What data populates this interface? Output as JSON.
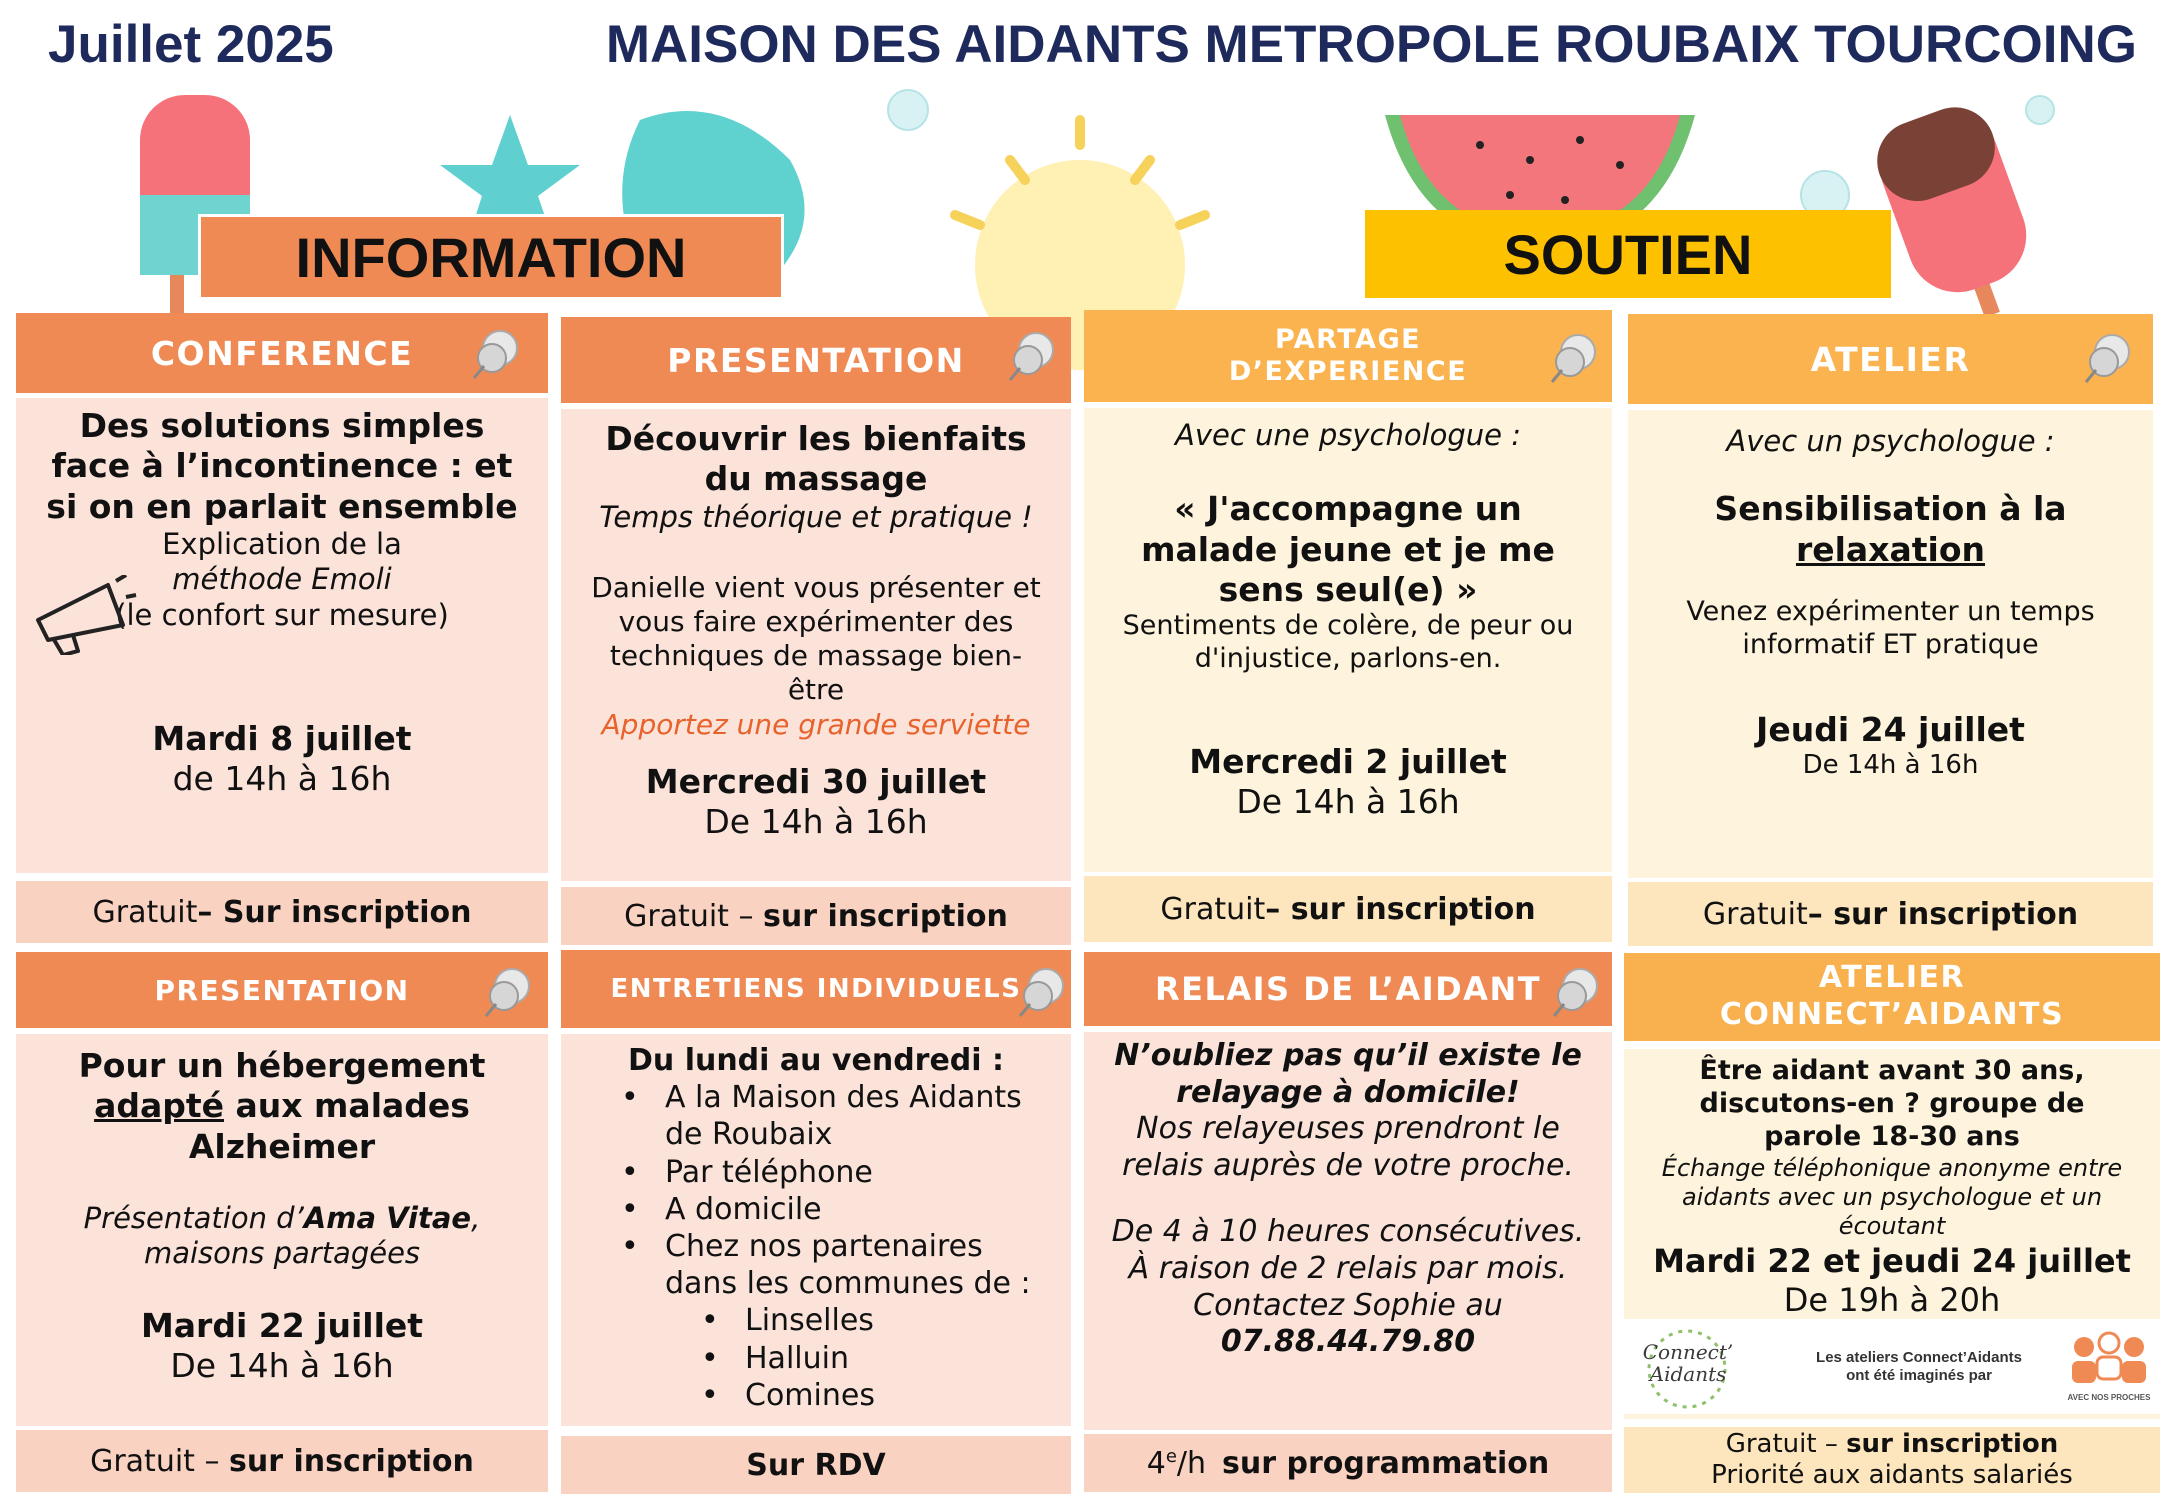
{
  "header": {
    "month": "Juillet 2025",
    "organization": "MAISON DES AIDANTS METROPOLE ROUBAIX TOURCOING"
  },
  "sections": {
    "information": "INFORMATION",
    "soutien": "SOUTIEN"
  },
  "colors": {
    "navy": "#1f2a5c",
    "orange_header": "#f08a55",
    "orange_body": "#fbe3da",
    "yellow_header": "#fbb34f",
    "yellow_body": "#fef3dc",
    "soutien_banner": "#fdc100",
    "note_orange": "#e8622c"
  },
  "cards": {
    "conference": {
      "header": "CONFERENCE",
      "title_l1": "Des solutions simples",
      "title_l2": "face à l’incontinence : et",
      "title_l3": "si on en parlait ensemble",
      "desc_l1": "Explication de la",
      "desc_l2": "méthode Emoli",
      "desc_l3": "(le confort sur mesure)",
      "date": "Mardi 8 juillet",
      "time": "de 14h à 16h",
      "footer_free": "Gratuit",
      "footer_bold": " – Sur inscription",
      "icon": "megaphone-icon"
    },
    "presentation_massage": {
      "header": "PRESENTATION",
      "title_l1": "Découvrir les bienfaits",
      "title_l2": "du massage",
      "subtitle": "Temps théorique et pratique !",
      "desc_l1": "Danielle vient vous présenter et",
      "desc_l2": "vous faire expérimenter des",
      "desc_l3": "techniques de massage bien-",
      "desc_l4": "être",
      "note": "Apportez une grande serviette",
      "date": "Mercredi 30 juillet",
      "time": "De 14h à 16h",
      "footer_free": "Gratuit – ",
      "footer_bold": "sur inscription"
    },
    "partage": {
      "header_l1": "PARTAGE",
      "header_l2": "D’EXPERIENCE",
      "intro": "Avec une psychologue :",
      "title_l1": "« J'accompagne un",
      "title_l2": "malade jeune et je me",
      "title_l3": "sens seul(e) »",
      "desc_l1": "Sentiments de colère, de peur ou",
      "desc_l2": "d'injustice, parlons-en.",
      "date": "Mercredi 2 juillet",
      "time": "De 14h à 16h",
      "footer_free": "Gratuit",
      "footer_bold": " – sur inscription"
    },
    "atelier": {
      "header": "ATELIER",
      "intro": "Avec un psychologue :",
      "title_l1": "Sensibilisation à la",
      "title_l2": "relaxation",
      "desc_l1": "Venez expérimenter un temps",
      "desc_l2": "informatif ET pratique",
      "date": "Jeudi 24 juillet",
      "time": "De 14h à 16h",
      "footer_free": "Gratuit",
      "footer_bold": " – sur inscription"
    },
    "presentation_hebergement": {
      "header": "PRESENTATION",
      "title_l1": "Pour un hébergement",
      "title_l2a": "adapté",
      "title_l2b": " aux malades",
      "title_l3": "Alzheimer",
      "desc_l1a": "Présentation d’",
      "desc_l1b": "Ama Vitae",
      "desc_l1c": ",",
      "desc_l2": "maisons partagées",
      "date": "Mardi 22 juillet",
      "time": "De 14h à 16h",
      "footer_free": "Gratuit – ",
      "footer_bold": "sur inscription"
    },
    "entretiens": {
      "header": "ENTRETIENS INDIVIDUELS",
      "title": "Du lundi au vendredi :",
      "items": [
        "A la Maison des Aidants",
        "de Roubaix",
        "Par téléphone",
        "A domicile",
        "Chez nos partenaires",
        "dans les communes de :"
      ],
      "sub_items": [
        "Linselles",
        "Halluin",
        "Comines"
      ],
      "footer": "Sur RDV"
    },
    "relais": {
      "header": "RELAIS DE L’AIDANT",
      "title_l1": "N’oubliez pas qu’il existe le",
      "title_l2": "relayage à domicile!",
      "desc_l1": "Nos relayeuses prendront le",
      "desc_l2": "relais auprès de votre proche.",
      "desc_l3": "De 4 à 10 heures consécutives.",
      "desc_l4": "À raison de 2 relais par mois.",
      "desc_l5": "Contactez Sophie au",
      "phone": "07.88.44.79.80",
      "footer_price": "4",
      "footer_sup": "e",
      "footer_unit": "/h",
      "footer_bold": "sur programmation"
    },
    "connect": {
      "header_l1": "ATELIER",
      "header_l2": "CONNECT’AIDANTS",
      "title_l1": "Être aidant avant 30 ans,",
      "title_l2": "discutons-en ? groupe de",
      "title_l3": "parole 18-30 ans",
      "desc_l1": "Échange téléphonique anonyme entre",
      "desc_l2": "aidants avec un psychologue et un",
      "desc_l3": "écoutant",
      "date": "Mardi 22 et jeudi 24 juillet",
      "time": "De 19h à 20h",
      "logo_text_l1": "Connect’",
      "logo_text_l2": "Aidants",
      "credit_l1": "Les ateliers Connect’Aidants",
      "credit_l2": "ont été imaginés par",
      "partner_logo_text": "AVEC NOS PROCHES",
      "footer_free": "Gratuit – ",
      "footer_bold": "sur inscription",
      "footer_l2": "Priorité aux aidants salariés"
    }
  }
}
